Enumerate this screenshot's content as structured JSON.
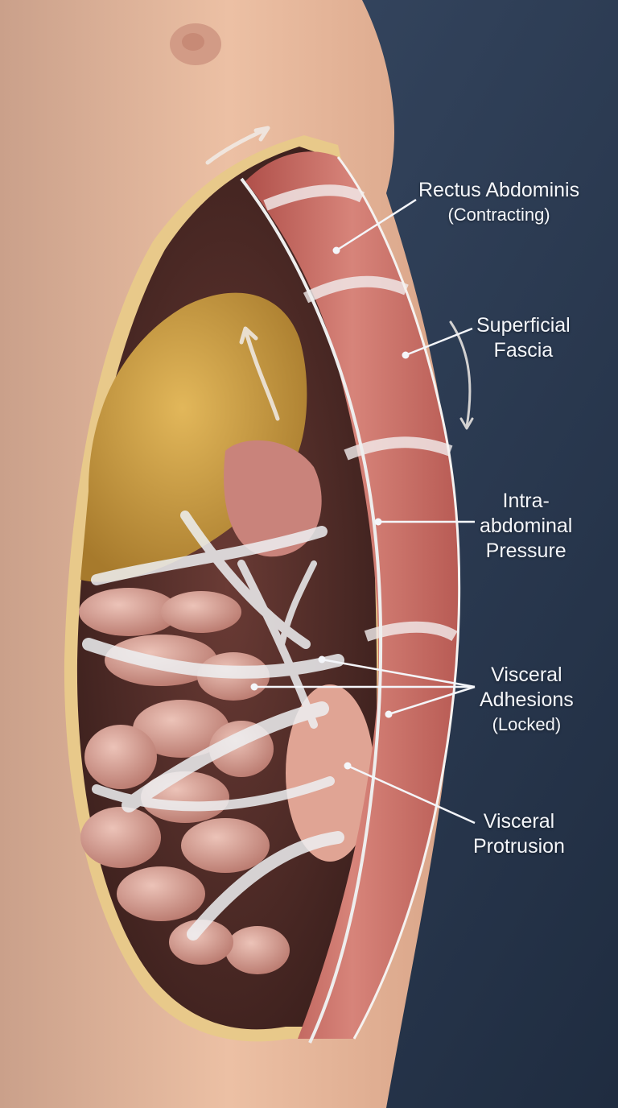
{
  "labels": {
    "rectus": {
      "line1": "Rectus Abdominis",
      "line2": "(Contracting)"
    },
    "fascia": {
      "line1": "Superficial",
      "line2": "Fascia"
    },
    "pressure": {
      "line1": "Intra-",
      "line2": "abdominal",
      "line3": "Pressure"
    },
    "adhesions": {
      "line1": "Visceral",
      "line2": "Adhesions",
      "line3": "(Locked)"
    },
    "protrusion": {
      "line1": "Visceral",
      "line2": "Protrusion"
    }
  },
  "colors": {
    "background": "#2b3a52",
    "skin": "#e8b497",
    "muscle": "#c96a62",
    "fascia": "#e9e4e2",
    "liver": "#c99a3f",
    "intestine": "#d9a59a",
    "label_text": "#f4f6fa"
  }
}
